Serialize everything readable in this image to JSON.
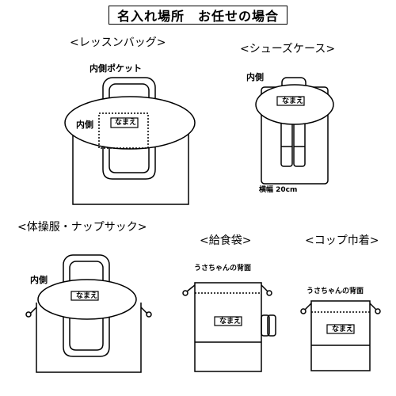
{
  "title": "名入れ場所　お任せの場合",
  "sections": {
    "lesson_bag": {
      "heading": "<レッスンバッグ>",
      "label_inner_pocket": "内側ポケット",
      "label_inside": "内側",
      "name_tag": "なまえ"
    },
    "shoe_case": {
      "heading": "<シューズケース>",
      "label_inside": "内側",
      "name_tag": "なまえ",
      "note": "横幅 20cm"
    },
    "gym_bag": {
      "heading": "<体操服・ナップサック>",
      "label_inside": "内側",
      "name_tag": "なまえ"
    },
    "lunch_bag": {
      "heading": "<給食袋>",
      "note": "うさちゃんの背面",
      "name_tag": "なまえ"
    },
    "cup_bag": {
      "heading": "<コップ巾着>",
      "note": "うさちゃんの背面",
      "name_tag": "なまえ"
    }
  }
}
